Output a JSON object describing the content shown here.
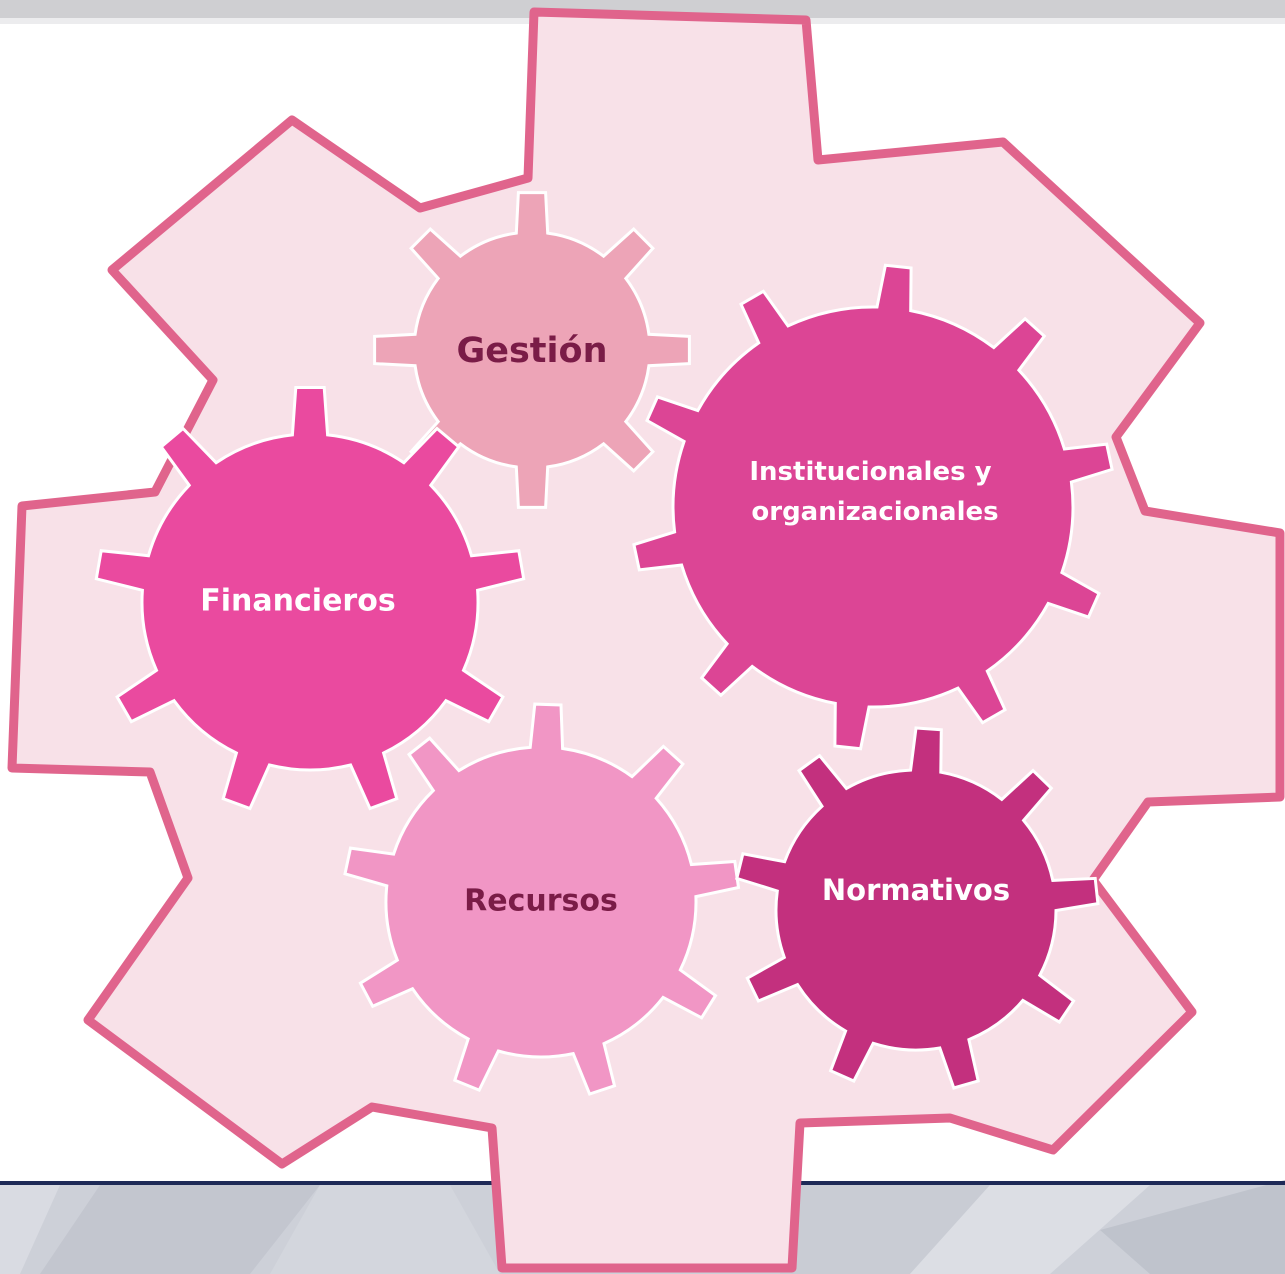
{
  "diagram": {
    "gears": [
      {
        "id": "gestion",
        "label": "Gestión",
        "fill": "#eda4b7",
        "text_color": "#7a1c47"
      },
      {
        "id": "institucionales",
        "label_lines": [
          "Institucionales y",
          "organizacionales"
        ],
        "fill": "#dc4595",
        "text_color": "#ffffff"
      },
      {
        "id": "financieros",
        "label": "Financieros",
        "fill": "#ea4a9f",
        "text_color": "#ffffff"
      },
      {
        "id": "recursos",
        "label": "Recursos",
        "fill": "#f196c5",
        "text_color": "#7a1c47"
      },
      {
        "id": "normativos",
        "label": "Normativos",
        "fill": "#c3307e",
        "text_color": "#ffffff"
      }
    ],
    "big_gear": {
      "fill": "#f8e1e8",
      "stroke": "#e0648c"
    }
  },
  "colors": {
    "top_bar": "#cfcfd2",
    "footer_line": "#1e2a57",
    "footer_bg": "#cdd0d8"
  }
}
